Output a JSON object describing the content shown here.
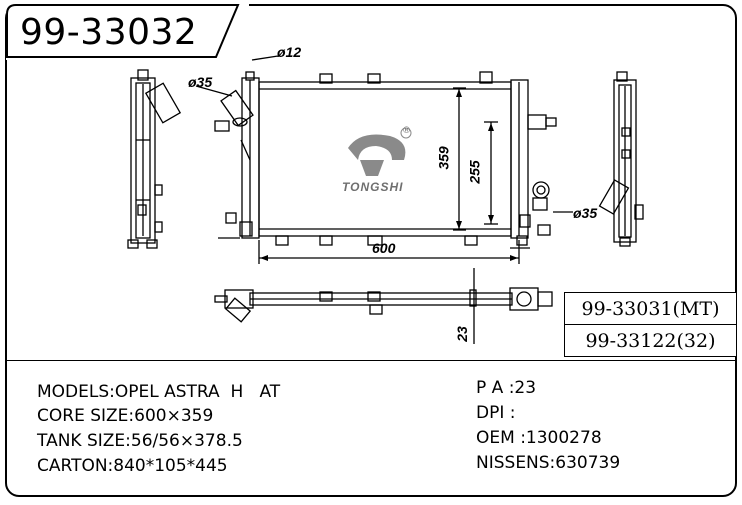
{
  "header": {
    "part_number": "99-33032"
  },
  "references": [
    {
      "label": "99-33031(MT)"
    },
    {
      "label": "99-33122(32)"
    }
  ],
  "brand": {
    "name": "TONGSHI",
    "registered_mark": "®"
  },
  "dimensions": {
    "pipe_small": "ø12",
    "pipe_inlet": "ø35",
    "pipe_outlet": "ø35",
    "height_total": "359",
    "height_core": "255",
    "width": "600",
    "depth": "23"
  },
  "specs_left": [
    {
      "label": "MODELS",
      "value": "OPEL ASTRA  H   AT",
      "text": "MODELS:OPEL ASTRA  H   AT"
    },
    {
      "label": "CORE SIZE",
      "value": "600×359",
      "text": "CORE SIZE:600×359"
    },
    {
      "label": "TANK SIZE",
      "value": "56/56×378.5",
      "text": "TANK SIZE:56/56×378.5"
    },
    {
      "label": "CARTON",
      "value": "840*105*445",
      "text": "CARTON:840*105*445"
    }
  ],
  "specs_right": [
    {
      "label": "P A",
      "value": "23",
      "text": "P A :23"
    },
    {
      "label": "DPI",
      "value": "",
      "text": "DPI :"
    },
    {
      "label": "OEM",
      "value": "1300278",
      "text": "OEM :1300278"
    },
    {
      "label": "NISSENS",
      "value": "630739",
      "text": "NISSENS:630739"
    }
  ],
  "colors": {
    "line": "#000000",
    "logo_gray": "#8a8a8a",
    "background": "#ffffff"
  }
}
